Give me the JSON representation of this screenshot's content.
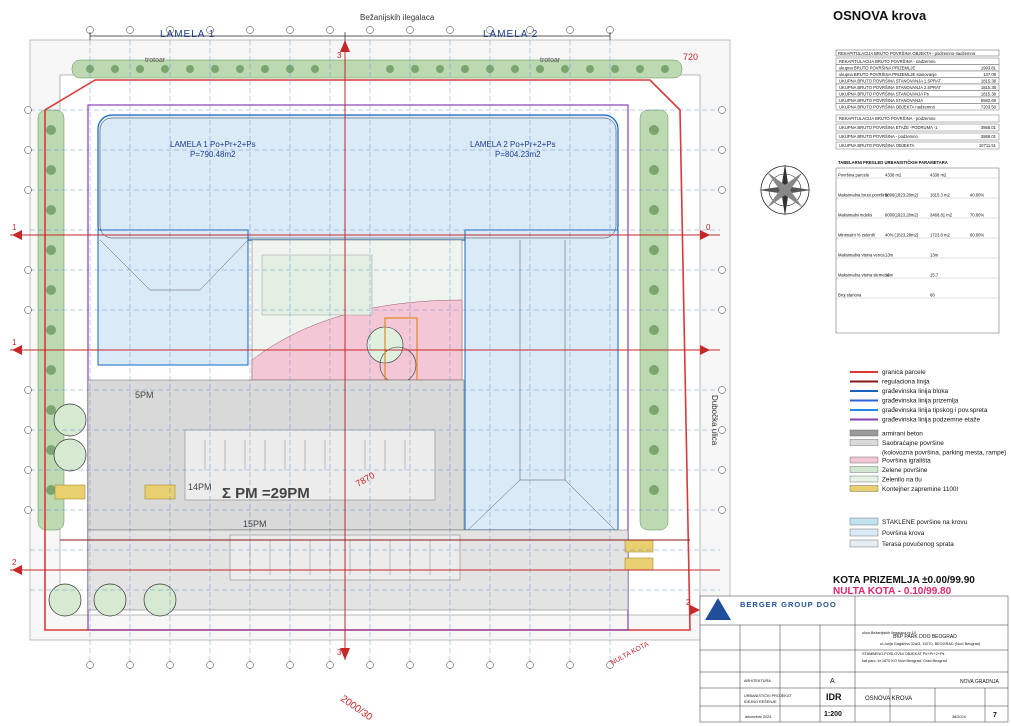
{
  "street_top": "Bežanijskih ilegalaca",
  "street_right": "Dubočka ulica",
  "street_left": "trotoar",
  "lamela1": "LAMELA 1",
  "lamela2": "LAMELA 2",
  "lamela1_label": "LAMELA 1  Po+Pr+2+Ps",
  "lamela1_area": "P=790.48m2",
  "lamela2_label": "LAMELA 2  Po+Pr+2+Ps",
  "lamela2_area": "P=804.23m2",
  "trotoar": "trotoar",
  "parking_total": "Σ PM =29PM",
  "parking_14": "14PM",
  "parking_15": "15PM",
  "parking_5": "5PM",
  "axis_marks": [
    "3",
    "1",
    "0",
    "1",
    "2",
    "2",
    "3"
  ],
  "kota_slope": "7870",
  "corner_top": "720",
  "bottom_scale": "2000/30",
  "nulta_diag": "NULTA KOTA",
  "page_title": "OSNOVA krova",
  "table1_title": "REKAPITULACIJA BRUTO POVRŠINA OBJEKTA - podzemno-nadzemno",
  "table1_rows": [
    {
      "label": "REKAPITULACIJA BRUTO POVRŠINA - nadzemno",
      "value": ""
    },
    {
      "label": "ukupna BRUTO POVRŠINA PRIZEMLJE",
      "value": "1993.81"
    },
    {
      "label": "ukupna BRUTO POVRŠINA PRIZEMLJE stanovanje",
      "value": "137.09"
    },
    {
      "label": "UKUPNA BRUTO POVRŠINA STANOVANJA 1.SPRAT",
      "value": "1815.38"
    },
    {
      "label": "UKUPNA BRUTO POVRŠINA STANOVANJA 2.SPRAT",
      "value": "1815.38"
    },
    {
      "label": "UKUPNA BRUTO POVRŠINA STANOVANJA Ps",
      "value": "1815.38"
    },
    {
      "label": "UKUPNA BRUTO POVRŠINA STANOVANJA",
      "value": "5582.69"
    },
    {
      "label": "UKUPNA BRUTO POVRŠINA OBJEKTA nadzemno",
      "value": "7203.50"
    }
  ],
  "table2_rows": [
    {
      "label": "REKAPITULACIJA BRUTO POVRŠINA - podzemno",
      "value": ""
    },
    {
      "label": "UKUPNA BRUTO POVRŠINA ETAŽE -PODRUMA -1",
      "value": "3868.01"
    },
    {
      "label": "UKUPNA BRUTO POVRŠINA - podzemno",
      "value": "3868.01"
    },
    {
      "label": "UKUPNA BRUTO POVRŠINA OBJEKTA",
      "value": "10711.51"
    }
  ],
  "table3_title": "TABELARNI PREGLED URBANISTIČKIH PARAMETARA",
  "table3_rows": [
    {
      "label": "Površina parcele",
      "a": "4338 m2",
      "b": "4338 m2",
      "c": ""
    },
    {
      "label": "Maksimalna bruto površina",
      "a": "8896(1823.28m2)",
      "b": "1815.3 m2",
      "c": "40.00%"
    },
    {
      "label": "Maksimalni indeks",
      "a": "8000(1823.28m2)",
      "b": "3468.81 m2",
      "c": "70.00%"
    },
    {
      "label": "Minimalni % zelenih",
      "a": "40% (1823.28m2)",
      "b": "1723.8 m2",
      "c": "60.00%"
    },
    {
      "label": "Maksimalna visina venca",
      "a": "13m",
      "b": "13m",
      "c": ""
    },
    {
      "label": "Maksimalna visina slemena",
      "a": "16m",
      "b": "15.7",
      "c": ""
    },
    {
      "label": "Broj stanova",
      "a": "",
      "b": "68",
      "c": ""
    }
  ],
  "legend": [
    {
      "label": "granica parcele",
      "color": "#d83a3a"
    },
    {
      "label": "regulaciona linija",
      "color": "#8b1a1a"
    },
    {
      "label": "građevinska linija bloka",
      "color": "#1565c0"
    },
    {
      "label": "građevinska linija prizemlja",
      "color": "#3060e0"
    },
    {
      "label": "građevinska linija tipskog i pov.spreta",
      "color": "#1e88e5"
    },
    {
      "label": "građevinska linija podzemne etaže",
      "color": "#8a3fb0"
    }
  ],
  "legend2": [
    {
      "label": "armirani beton",
      "color": "#9a9a9a"
    },
    {
      "label": "Saobraćajne površine",
      "color": "#d9d9d9"
    },
    {
      "label": "(kolovozna površina, parking mesta, rampe)",
      "color": ""
    },
    {
      "label": "Površina igrališta",
      "color": "#f4c7d6"
    },
    {
      "label": "Zelene površine",
      "color": "#cfe8cf"
    },
    {
      "label": "Zelenilo na tlu",
      "color": "#e6f2e6"
    },
    {
      "label": "Kontejner zapremine 1100l",
      "color": "#e8d070"
    }
  ],
  "legend3": [
    {
      "label": "STAKLENE površine na krovu",
      "color": "#bfe3f0"
    },
    {
      "label": "Površina krova",
      "color": "#dbeaf7"
    },
    {
      "label": "Terasa povučenog sprata",
      "color": "#e6eef5"
    }
  ],
  "kota_prizemlja": "KOTA PRIZEMLJA  ±0.00/99.90",
  "nulta_kota": "NULTA KOTA - 0.10/99.80",
  "company": "BERGER GROUP DOO",
  "investor": "BKP PARK DOO BEOGRAD",
  "investor_addr": "ul.Jurija Gagarina 32a/3, 11070, BEOGRAD (Novi Beograd)",
  "object": "STAMBENO-POSLOVNI OBJEKAT Po+Pr+2+Ps",
  "location": "ulica Bežanijskih Ilegalaca br.10",
  "parcel": "kat.parc. br.1870 KO Novi Beograd, Grad Beograd",
  "project_type": "IDR",
  "phase": "A",
  "nova_gradnja": "NOVA GRADNJA",
  "discipline": "ARHITEKTURA",
  "drawing_title": "OSNOVA KROVA",
  "scale": "1:200",
  "date": "decembar 2024.",
  "sheet_no": "7",
  "doc_no": "38/2024",
  "urb_project": "URBANISTIČKI PROJEKAT",
  "urb_solution": "IDEJNO REŠENJE"
}
